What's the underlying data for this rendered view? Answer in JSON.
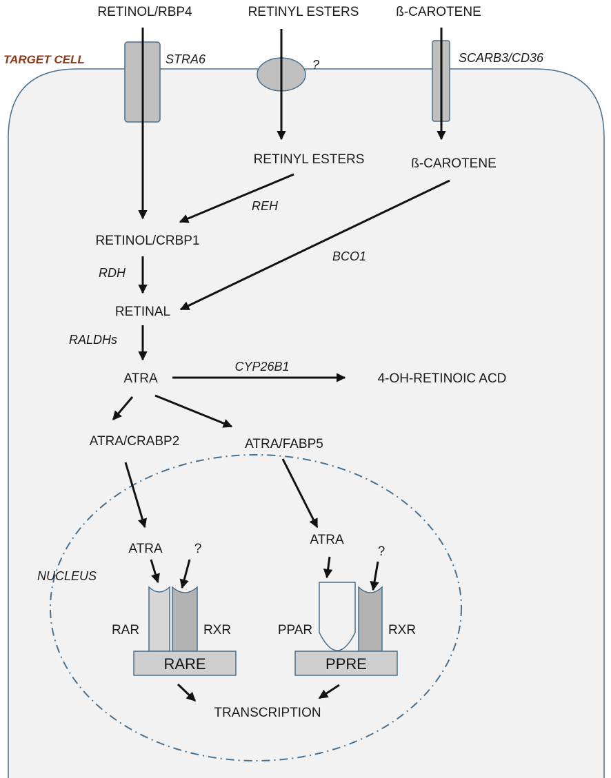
{
  "labels": {
    "retinol_rbp4": "RETINOL/RBP4",
    "retinyl_esters_outside": "RETINYL ESTERS",
    "bcarotene_outside": "ß-CAROTENE",
    "target_cell": "TARGET CELL",
    "stra6": "STRA6",
    "unknown_transporter": "?",
    "scarb3_cd36": "SCARB3/CD36",
    "retinyl_esters_inside": "RETINYL ESTERS",
    "bcarotene_inside": "ß-CAROTENE",
    "reh": "REH",
    "retinol_crbp1": "RETINOL/CRBP1",
    "bco1": "BCO1",
    "rdh": "RDH",
    "retinal": "RETINAL",
    "raldhs": "RALDHs",
    "atra": "ATRA",
    "cyp26b1": "CYP26B1",
    "oh_retinoic": "4-OH-RETINOIC  ACD",
    "atra_crabp2": "ATRA/CRABP2",
    "atra_fabp5": "ATRA/FABP5",
    "nucleus": "NUCLEUS",
    "atra_rar": "ATRA",
    "unknown_rxr_left": "?",
    "atra_ppar": "ATRA",
    "unknown_rxr_right": "?",
    "rar": "RAR",
    "rxr_left": "RXR",
    "ppar": "PPAR",
    "rxr_right": "RXR",
    "rare": "RARE",
    "ppre": "PPRE",
    "transcription": "TRANSCRIPTION"
  },
  "colors": {
    "cell_fill": "#f2f2f2",
    "membrane": "#4a6f8c",
    "transporter": "#bfbfbf",
    "receptor_light": "#d6d6d6",
    "receptor_dark": "#b3b3b3",
    "element_box": "#cfcfcf",
    "cell_label": "#8b3a1a"
  }
}
